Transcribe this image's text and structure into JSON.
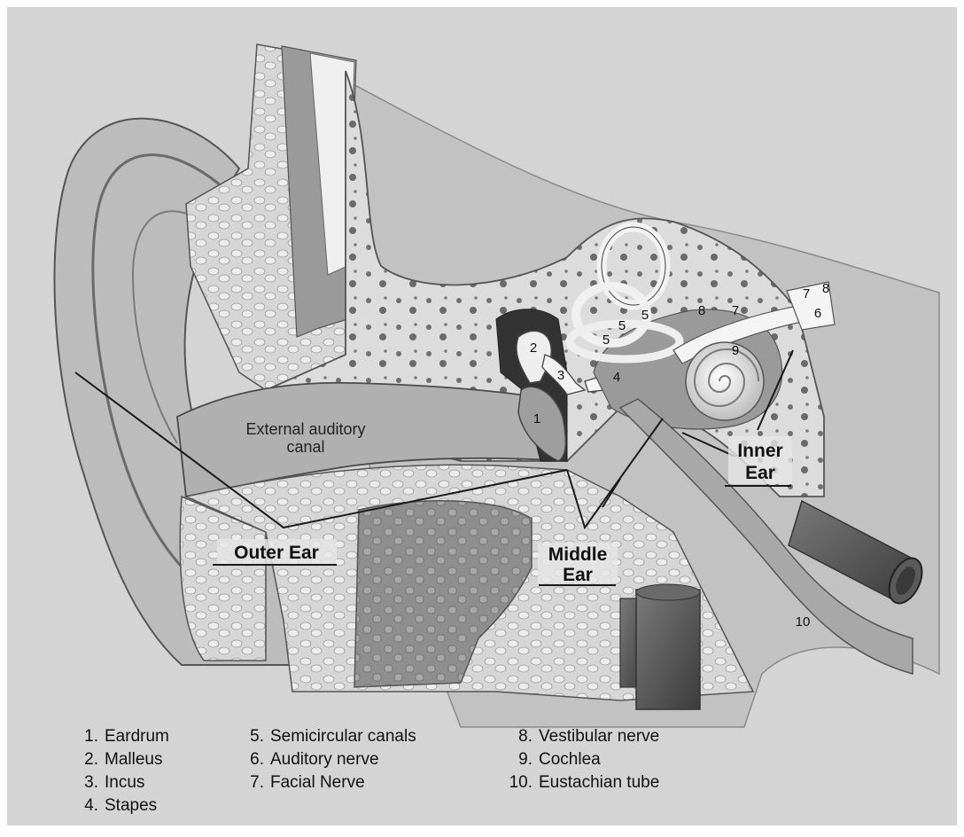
{
  "diagram": {
    "region_labels": {
      "outer_ear": "Outer Ear",
      "middle_ear_line1": "Middle",
      "middle_ear_line2": "Ear",
      "inner_ear_line1": "Inner",
      "inner_ear_line2": "Ear"
    },
    "canal_label_line1": "External auditory",
    "canal_label_line2": "canal",
    "callouts": {
      "eardrum": "1",
      "malleus": "2",
      "incus": "3",
      "stapes": "4",
      "semicircular_a": "5",
      "semicircular_b": "5",
      "semicircular_c": "5",
      "auditory_nerve": "6",
      "facial_nerve_a": "7",
      "facial_nerve_b": "7",
      "vestibular_nerve_a": "8",
      "vestibular_nerve_b": "8",
      "cochlea": "9",
      "eustachian_tube": "10"
    }
  },
  "legend": {
    "col1": [
      {
        "num": "1.",
        "label": "Eardrum"
      },
      {
        "num": "2.",
        "label": "Malleus"
      },
      {
        "num": "3.",
        "label": "Incus"
      },
      {
        "num": "4.",
        "label": "Stapes"
      }
    ],
    "col2": [
      {
        "num": "5.",
        "label": "Semicircular canals"
      },
      {
        "num": "6.",
        "label": "Auditory nerve"
      },
      {
        "num": "7.",
        "label": "Facial Nerve"
      }
    ],
    "col3": [
      {
        "num": "8.",
        "label": "Vestibular nerve"
      },
      {
        "num": "9.",
        "label": "Cochlea"
      },
      {
        "num": "10.",
        "label": "Eustachian tube"
      }
    ]
  },
  "colors": {
    "background": "#d4d4d4",
    "skin": "#bdbdbd",
    "bone": "#e8e8e8",
    "tissue": "#c9c9c9",
    "dark": "#3a3a3a",
    "tube": "#5a5a5a"
  }
}
